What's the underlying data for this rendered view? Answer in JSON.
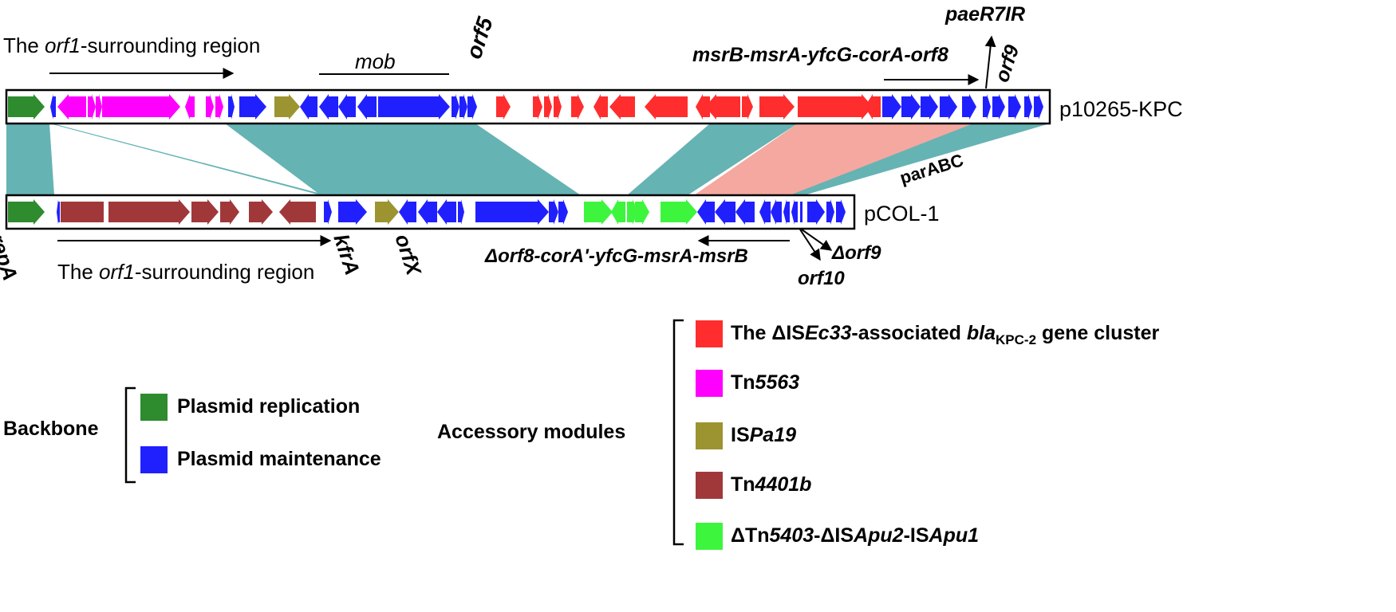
{
  "colors": {
    "replication": "#2e8b2e",
    "maintenance": "#2020ff",
    "kpc": "#ff2d2d",
    "tn5563": "#ff00ff",
    "ispa19": "#9c9430",
    "tn4401b": "#a0383a",
    "tn5403": "#3ef53e",
    "homology": "#66b3b4",
    "inverted": "#f4a8a0"
  },
  "plasmids": {
    "top": "p10265-KPC",
    "bottom": "pCOL-1"
  },
  "top_labels": {
    "orf1_region_pre": "The ",
    "orf1_region_gene": "orf1",
    "orf1_region_post": "-surrounding region",
    "mob": "mob",
    "orf5": "orf5",
    "msr_cluster": "msrB-msrA-yfcG-corA-orf8",
    "paer7ir": "paeR7IR",
    "orf9": "orf9"
  },
  "middle_labels": {
    "parabc": "parABC"
  },
  "bottom_labels": {
    "repa": "repA",
    "orf1_region_pre": "The ",
    "orf1_region_gene": "orf1",
    "orf1_region_post": "-surrounding region",
    "kfra": "kfrA",
    "orfx": "orfX",
    "delta_cluster": "Δorf8-corA'-yfcG-msrA-msrB",
    "delta_orf9": "Δorf9",
    "orf10": "orf10"
  },
  "legend": {
    "backbone": "Backbone",
    "plasmid_replication": "Plasmid replication",
    "plasmid_maintenance": "Plasmid maintenance",
    "accessory": "Accessory modules",
    "kpc": {
      "pre": "The ΔIS",
      "is": "Ec33",
      "mid": "-associated ",
      "bla": "bla",
      "sub": "KPC-2",
      "post": " gene cluster"
    },
    "tn5563": {
      "pre": "Tn",
      "num": "5563"
    },
    "ispa19": {
      "pre": "IS",
      "num": "Pa19"
    },
    "tn4401b": {
      "pre": "Tn",
      "num": "4401b"
    },
    "tn5403": {
      "a": "ΔTn",
      "b": "5403",
      "c": "-ΔIS",
      "d": "Apu2",
      "e": "-IS",
      "f": "Apu1"
    }
  }
}
